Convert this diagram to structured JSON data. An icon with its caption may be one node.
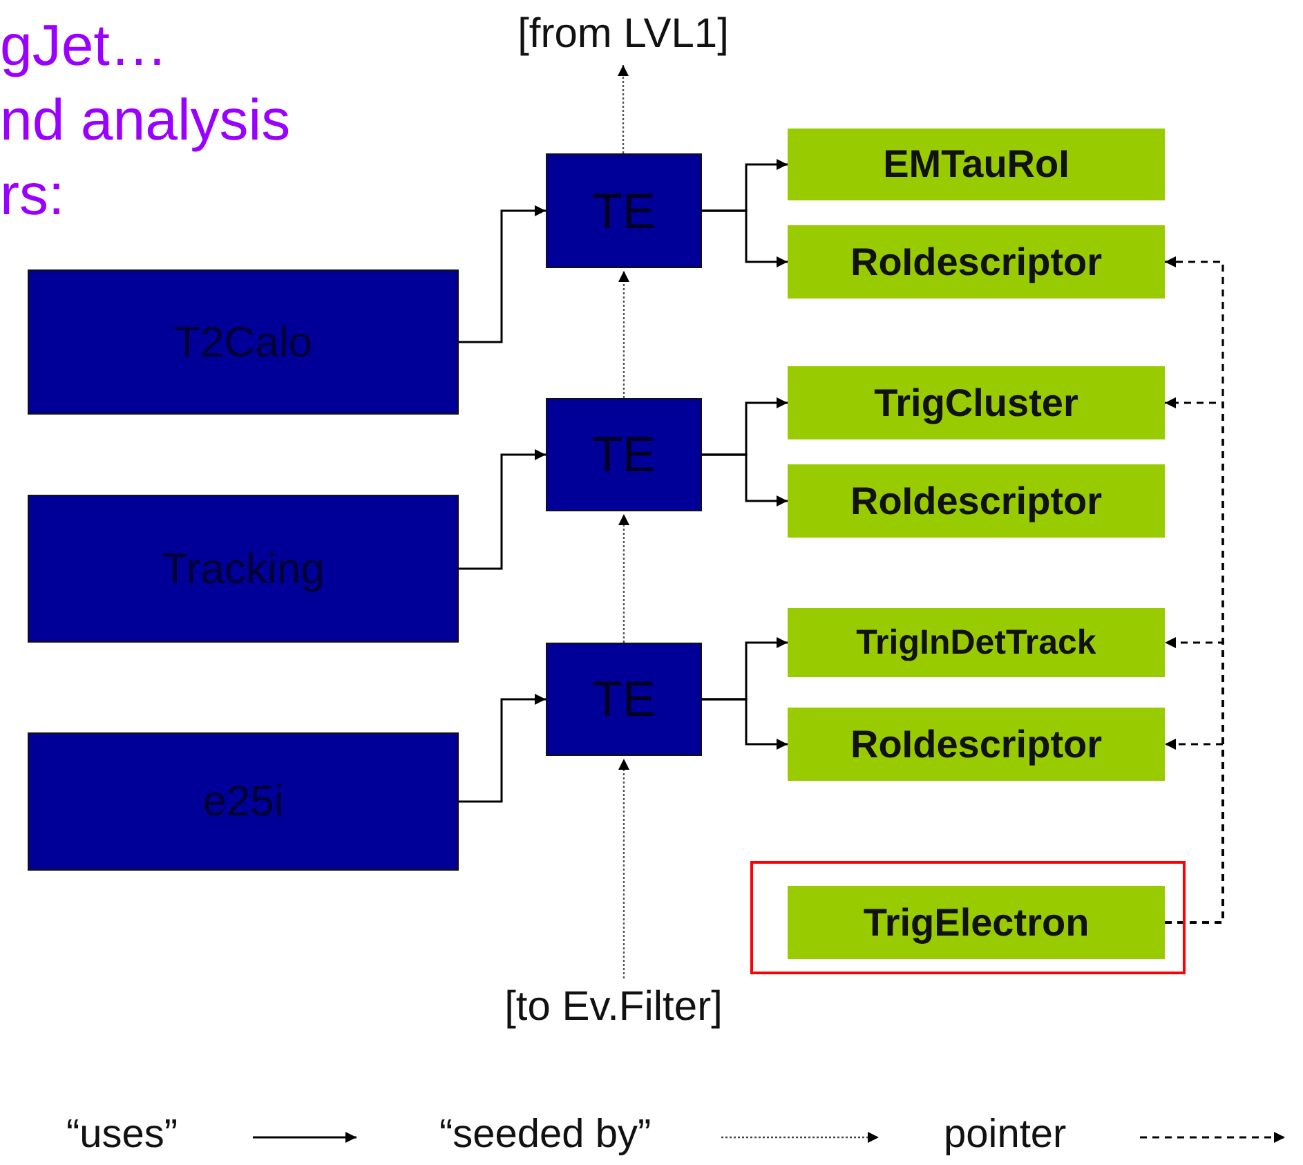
{
  "diagram": {
    "nodes": [
      {
        "text": [
          "[from LVL1]"
        ]
      },
      {
        "text": [
          "T2Calo"
        ]
      },
      {
        "text": [
          "Tracking"
        ]
      },
      {
        "text": [
          "e25i"
        ]
      },
      {
        "text": [
          "TE"
        ]
      },
      {
        "text": [
          "TE"
        ]
      },
      {
        "text": [
          "TE"
        ]
      },
      {
        "text": [
          "EMTauRoI"
        ]
      },
      {
        "text": [
          "RoIdescriptor"
        ]
      },
      {
        "text": [
          "TrigCluster"
        ]
      },
      {
        "text": [
          "RoIdescriptor"
        ]
      },
      {
        "text": [
          "TrigInDetTrack"
        ]
      },
      {
        "text": [
          "RoIdescriptor"
        ]
      },
      {
        "text": [],
        "shape": "box"
      },
      {
        "text": [
          "TrigElectron"
        ],
        "in": 13
      },
      {
        "text": [
          "[to Ev.Filter]"
        ]
      }
    ],
    "edges": [
      {
        "from": 1,
        "to": 4,
        "arrow": "to"
      },
      {
        "from": 2,
        "to": 5,
        "arrow": "to"
      },
      {
        "from": 3,
        "to": 6,
        "arrow": "to"
      },
      {
        "from": 4,
        "to": 7,
        "arrow": "to"
      },
      {
        "from": 4,
        "to": 8,
        "arrow": "to"
      },
      {
        "from": 5,
        "to": 9,
        "arrow": "to"
      },
      {
        "from": 5,
        "to": 10,
        "arrow": "to"
      },
      {
        "from": 6,
        "to": 11,
        "arrow": "to"
      },
      {
        "from": 6,
        "to": 12,
        "arrow": "to"
      },
      {
        "from": 15,
        "to": 6,
        "arrow": "to",
        "style": "dashed",
        "color": "#555555"
      },
      {
        "from": 6,
        "to": 5,
        "arrow": "to",
        "style": "dashed",
        "color": "#555555"
      },
      {
        "from": 5,
        "to": 4,
        "arrow": "to",
        "style": "dashed",
        "color": "#555555"
      },
      {
        "from": 4,
        "to": 0,
        "arrow": "to",
        "style": "dashed",
        "color": "#555555"
      },
      {
        "from": 14,
        "to": 8,
        "arrow": "to",
        "style": "dashed"
      },
      {
        "from": 14,
        "to": 9,
        "arrow": "to",
        "style": "dashed"
      },
      {
        "from": 14,
        "to": 11,
        "arrow": "to",
        "style": "dashed"
      },
      {
        "from": 14,
        "to": 12,
        "arrow": "to",
        "style": "dashed"
      }
    ],
    "labels": [
      "gJet…",
      "nd analysis",
      "rs:"
    ],
    "legend": [
      {
        "text": "“uses”"
      },
      {
        "text": "“seeded by”"
      },
      {
        "text": "pointer"
      }
    ]
  }
}
